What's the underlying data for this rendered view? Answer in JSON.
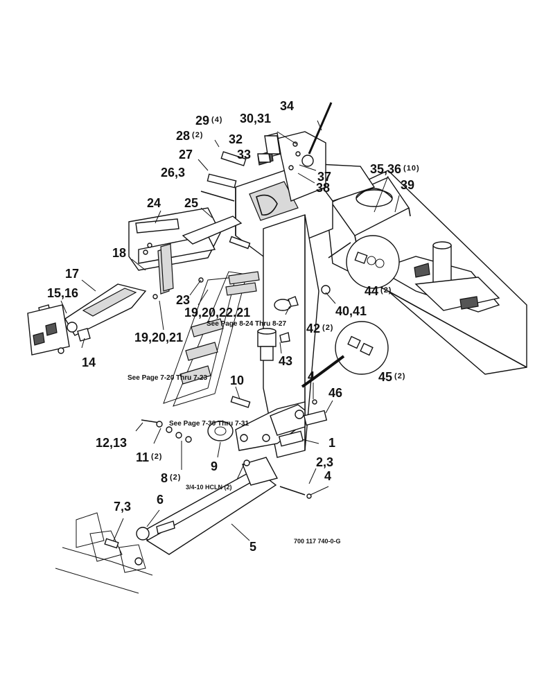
{
  "callouts": [
    {
      "id": "c34",
      "label": "34",
      "qty": ""
    },
    {
      "id": "c29",
      "label": "29",
      "qty": "(4)"
    },
    {
      "id": "c30",
      "label": "30,31",
      "qty": ""
    },
    {
      "id": "c28",
      "label": "28",
      "qty": "(2)"
    },
    {
      "id": "c32",
      "label": "32",
      "qty": ""
    },
    {
      "id": "c33",
      "label": "33",
      "qty": ""
    },
    {
      "id": "c27",
      "label": "27",
      "qty": ""
    },
    {
      "id": "c37",
      "label": "37",
      "qty": ""
    },
    {
      "id": "c35",
      "label": "35,36",
      "qty": "(10)"
    },
    {
      "id": "c26",
      "label": "26,3",
      "qty": ""
    },
    {
      "id": "c38",
      "label": "38",
      "qty": ""
    },
    {
      "id": "c39",
      "label": "39",
      "qty": ""
    },
    {
      "id": "c24",
      "label": "24",
      "qty": ""
    },
    {
      "id": "c25",
      "label": "25",
      "qty": ""
    },
    {
      "id": "c18",
      "label": "18",
      "qty": ""
    },
    {
      "id": "c17",
      "label": "17",
      "qty": ""
    },
    {
      "id": "c44",
      "label": "44",
      "qty": "(2)"
    },
    {
      "id": "c15",
      "label": "15,16",
      "qty": ""
    },
    {
      "id": "c23",
      "label": "23",
      "qty": ""
    },
    {
      "id": "c40",
      "label": "40,41",
      "qty": ""
    },
    {
      "id": "c19b",
      "label": "19,20,22.21",
      "qty": ""
    },
    {
      "id": "c42",
      "label": "42",
      "qty": "(2)"
    },
    {
      "id": "c19a",
      "label": "19,20,21",
      "qty": ""
    },
    {
      "id": "c14",
      "label": "14",
      "qty": ""
    },
    {
      "id": "c43",
      "label": "43",
      "qty": ""
    },
    {
      "id": "c45",
      "label": "45",
      "qty": "(2)"
    },
    {
      "id": "c4a",
      "label": "4",
      "qty": ""
    },
    {
      "id": "c10",
      "label": "10",
      "qty": ""
    },
    {
      "id": "c46",
      "label": "46",
      "qty": ""
    },
    {
      "id": "c12",
      "label": "12,13",
      "qty": ""
    },
    {
      "id": "c11",
      "label": "11",
      "qty": "(2)"
    },
    {
      "id": "c1",
      "label": "1",
      "qty": ""
    },
    {
      "id": "c9",
      "label": "9",
      "qty": ""
    },
    {
      "id": "c2",
      "label": "2,3",
      "qty": ""
    },
    {
      "id": "c8",
      "label": "8",
      "qty": "(2)"
    },
    {
      "id": "c4b",
      "label": "4",
      "qty": ""
    },
    {
      "id": "c7",
      "label": "7,3",
      "qty": ""
    },
    {
      "id": "c6",
      "label": "6",
      "qty": ""
    },
    {
      "id": "c5",
      "label": "5",
      "qty": ""
    }
  ],
  "notes": [
    {
      "id": "n1",
      "text": "See Page 8-24 Thru 8-27"
    },
    {
      "id": "n2",
      "text": "See Page 7-20 Thru 7-23"
    },
    {
      "id": "n3",
      "text": "See Page 7-30 Thru 7-31"
    },
    {
      "id": "n4",
      "text": "3/4-10 HCLN (2)"
    }
  ],
  "figure_number": "700 117 740-0-G"
}
